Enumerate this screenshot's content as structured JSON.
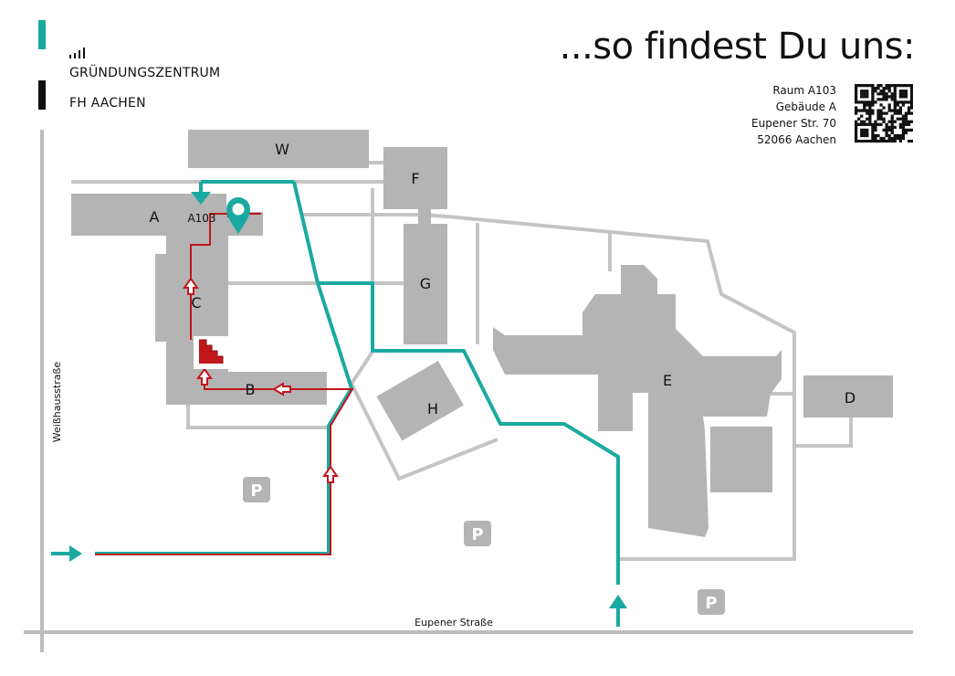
{
  "header": {
    "logo_line1": "GRÜNDUNGSZENTRUM",
    "logo_line2": "FH AACHEN",
    "headline": "...so findest Du uns:"
  },
  "address": {
    "line1": "Raum A103",
    "line2": "Gebäude A",
    "line3": "Eupener Str. 70",
    "line4": "52066 Aachen"
  },
  "buildings": {
    "w": "W",
    "f": "F",
    "a": "A",
    "room": "A103",
    "c": "C",
    "g": "G",
    "b": "B",
    "h": "H",
    "e": "E",
    "d": "D"
  },
  "streets": {
    "bottom": "Eupener Straße",
    "left": "Weißhausstraße"
  },
  "parking": {
    "label": "P"
  },
  "icons": {
    "location_pin": "location-pin-icon",
    "stairs": "stairs-icon",
    "qr": "qr-code"
  },
  "colors": {
    "building": "#b4b4b4",
    "path": "#c4c4c4",
    "route_teal": "#1aa9a0",
    "route_red": "#c0161c",
    "text": "#111111",
    "parking_bg": "#b4b4b4"
  }
}
